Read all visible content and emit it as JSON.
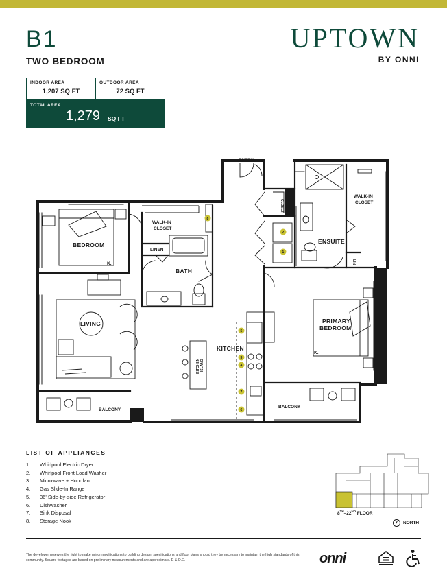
{
  "header": {
    "unit_code": "B1",
    "unit_type": "TWO BEDROOM",
    "brand_name": "UPTOWN",
    "brand_sub": "BY ONNI"
  },
  "areas": {
    "indoor_label": "INDOOR AREA",
    "indoor_value": "1,207 SQ FT",
    "outdoor_label": "OUTDOOR AREA",
    "outdoor_value": "72 SQ FT",
    "total_label": "TOTAL AREA",
    "total_value": "1,279",
    "total_unit": "SQ FT"
  },
  "plan": {
    "entry": "ENTRY",
    "closet": "CLOSET",
    "walkin_closet_1": "WALK-IN",
    "walkin_closet_2": "CLOSET",
    "walkin_closet_right_1": "WALK-IN",
    "walkin_closet_right_2": "CLOSET",
    "ensuite": "ENSUITE",
    "bedroom": "BEDROOM",
    "bedroom_k": "K.",
    "linen": "LINEN",
    "bath": "BATH",
    "living": "LIVING",
    "kitchen": "KITCHEN",
    "kitchen_island_1": "KITCHEN",
    "kitchen_island_2": "ISLAND",
    "primary_1": "PRIMARY",
    "primary_2": "BEDROOM",
    "primary_k": "K.",
    "balcony_left": "BALCONY",
    "balcony_right": "BALCONY",
    "lin": "LIN",
    "markers": {
      "m1": "1",
      "m2": "2",
      "m3": "3",
      "m4": "4",
      "m5": "5",
      "m6": "6",
      "m7": "7",
      "m8": "8"
    }
  },
  "appliances": {
    "title": "LIST OF APPLIANCES",
    "items": [
      {
        "num": "1.",
        "label": "Whirlpool Electric Dryer"
      },
      {
        "num": "2.",
        "label": "Whirlpool Front Load Washer"
      },
      {
        "num": "3.",
        "label": "Microwave + Hoodfan"
      },
      {
        "num": "4.",
        "label": "Gas Slide-In Range"
      },
      {
        "num": "5.",
        "label": "36' Side-by-side Refrigerator"
      },
      {
        "num": "6.",
        "label": "Dishwasher"
      },
      {
        "num": "7.",
        "label": "Sink Disposal"
      },
      {
        "num": "8.",
        "label": "Storage Nook"
      }
    ]
  },
  "keyplan": {
    "floor_prefix": "8",
    "floor_sup1": "TH",
    "floor_mid": "–22",
    "floor_sup2": "ND",
    "floor_suffix": " FLOOR",
    "north": "NORTH"
  },
  "footer": {
    "disclaimer": "The developer reserves the right to make minor modifications to building design, specifications and floor plans should they be necessary to maintain the high standards of this community. Square footages are based on preliminary measurements and are approximate. E & O.E.",
    "onni": "onni"
  },
  "colors": {
    "accent_bar": "#c2b736",
    "brand_green": "#0e4a3a",
    "marker": "#c9c232",
    "keyplan_highlight": "#c9c232"
  }
}
